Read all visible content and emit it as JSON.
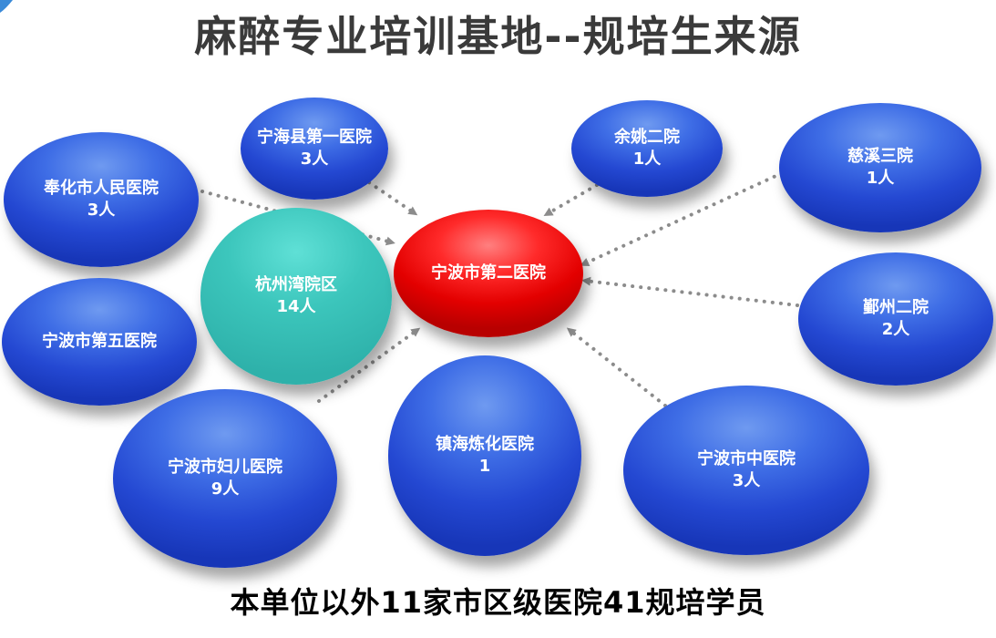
{
  "title": "麻醉专业培训基地--规培生来源",
  "center": {
    "name": "宁波市第二医院"
  },
  "hospitals": [
    {
      "name": "宁海县第一医院",
      "count": "3人"
    },
    {
      "name": "余姚二院",
      "count": "1人"
    },
    {
      "name": "慈溪三院",
      "count": "1人"
    },
    {
      "name": "奉化市人民医院",
      "count": "3人"
    },
    {
      "name": "杭州湾院区",
      "count": "14人"
    },
    {
      "name": "宁波市第五医院",
      "count": ""
    },
    {
      "name": "鄞州二院",
      "count": "2人"
    },
    {
      "name": "宁波市妇儿医院",
      "count": "9人"
    },
    {
      "name": "镇海炼化医院",
      "count": "1"
    },
    {
      "name": "宁波市中医院",
      "count": "3人"
    }
  ],
  "footer": "本单位以外11家市区级医院41规培学员",
  "colors": {
    "node_blue": "#2a4fd8",
    "node_teal": "#33c0b6",
    "center_red": "#e80000",
    "arrow_gray": "#8c8c8c",
    "title_gray": "#3a3a3a"
  }
}
